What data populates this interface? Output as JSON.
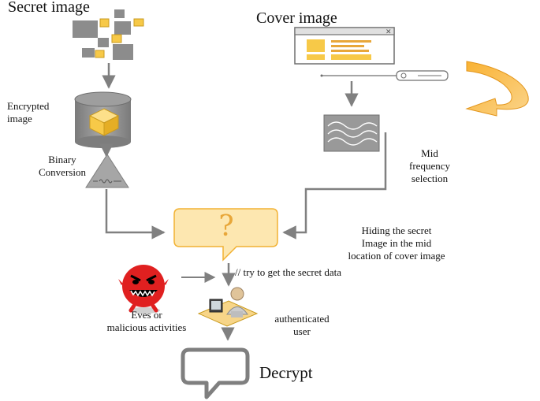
{
  "labels": {
    "secret_image": "Secret image",
    "cover_image": "Cover image",
    "encrypted_line1": "Encrypted",
    "encrypted_line2": "image",
    "binary_line1": "Binary",
    "binary_line2": "Conversion",
    "mid_line1": "Mid",
    "mid_line2": "frequency",
    "mid_line3": "selection",
    "hiding_line1": "Hiding the secret",
    "hiding_line2": "Image in the mid",
    "hiding_line3": "location of cover image",
    "attack_note": "// try to get the secret data",
    "eves_line1": "Eves or",
    "eves_line2": "malicious activities",
    "auth_line1": "authenticated",
    "auth_line2": "user",
    "decrypt": "Decrypt",
    "question_mark": "?"
  },
  "colors": {
    "gray": "#8c8c8c",
    "dark_gray": "#6f6f6f",
    "yellow": "#f7c948",
    "light_yellow": "#fde7b0",
    "orange_arrow": "#f5a623",
    "red_monster": "#e02020",
    "arrow": "#808080"
  },
  "icons": [
    "mosaic-icon",
    "database-cylinder-icon",
    "cube-icon",
    "amplifier-triangle-icon",
    "browser-window-icon",
    "slider-icon",
    "curved-arrow-icon",
    "wave-filter-icon",
    "question-bubble-icon",
    "monster-icon",
    "computer-user-icon",
    "speech-bubble-icon"
  ]
}
